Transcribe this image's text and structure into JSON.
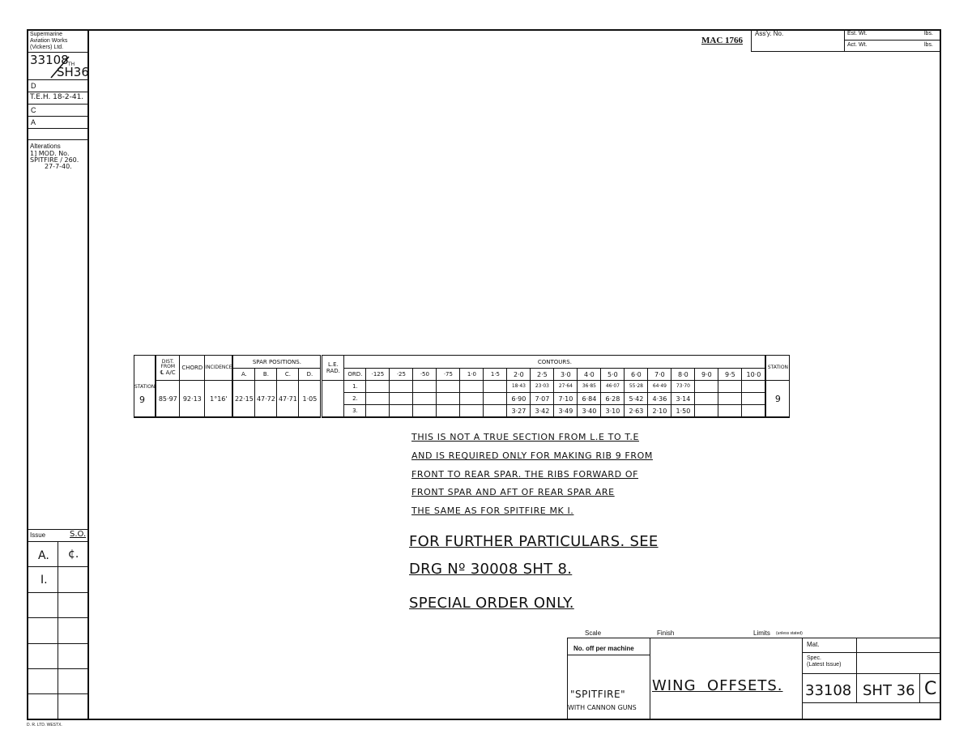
{
  "left_column": {
    "maker_line1": "Supermarine",
    "maker_line2": "Aviation Works",
    "maker_line3": "(Vickers) Ltd.",
    "drawing_no": "33108",
    "sheet_handwritten": "SH36",
    "sheet_th": "TH",
    "rev_d": "D",
    "rev_e": "T.E.H. 18-2-41.",
    "rev_c": "C",
    "rev_a": "A",
    "alterations_label": "Alterations",
    "alter_note_1": "1] MOD. No.",
    "alter_note_2": "SPITFIRE / 260.",
    "alter_note_3": "27-7-40.",
    "issue_label": "Issue",
    "issue_so": "S.O.",
    "issue_row1_a": "A.",
    "issue_row1_b": "¢.",
    "issue_row2_a": "I.",
    "printer": "D. R. LTD. WESTX."
  },
  "header": {
    "mac": "MAC 1766",
    "assy_no_label": "Ass'y. No.",
    "est_wt_label": "Est. Wt.",
    "act_wt_label": "Act. Wt.",
    "lbs1": "lbs.",
    "lbs2": "lbs."
  },
  "table": {
    "station_label": "STATION",
    "dist_label_1": "DIST.",
    "dist_label_2": "FROM",
    "dist_label_3": "℄ A/C",
    "chord_label": "CHORD",
    "incidence_label": "INCIDENCE",
    "spar_positions_label": "SPAR POSITIONS.",
    "spar_a": "A.",
    "spar_b": "B.",
    "spar_c": "C.",
    "spar_d": "D.",
    "le_label_1": "L.E.",
    "le_label_2": "RAD.",
    "contours_label": "CONTOURS.",
    "ord_label": "ORD.",
    "columns": [
      "·125",
      "·25",
      "·50",
      "·75",
      "1·0",
      "1·5",
      "2·0",
      "2·5",
      "3·0",
      "4·0",
      "5·0",
      "6·0",
      "7·0",
      "8·0",
      "9·0",
      "9·5",
      "10·0"
    ],
    "station_right_label": "STATION",
    "station_value": "9",
    "dist_value": "85·97",
    "chord_value": "92·13",
    "incidence_value": "1°16'",
    "spar_a_value": "22·15",
    "spar_b_value": "47·72",
    "spar_c_value": "47·71",
    "spar_d_value": "1·05",
    "ord_rows": [
      {
        "ord": "1.",
        "values": [
          "",
          "",
          "",
          "",
          "",
          "",
          "18·43",
          "23·03",
          "27·64",
          "36·85",
          "46·07",
          "55·28",
          "64·49",
          "73·70",
          "",
          "",
          ""
        ]
      },
      {
        "ord": "2.",
        "values": [
          "",
          "",
          "",
          "",
          "",
          "",
          "6·90",
          "7·07",
          "7·10",
          "6·84",
          "6·28",
          "5·42",
          "4·36",
          "3·14",
          "",
          "",
          ""
        ]
      },
      {
        "ord": "3.",
        "values": [
          "",
          "",
          "",
          "",
          "",
          "",
          "3·27",
          "3·42",
          "3·49",
          "3·40",
          "3·10",
          "2·63",
          "2·10",
          "1·50",
          "",
          "",
          ""
        ]
      }
    ],
    "station_right_value": "9"
  },
  "notes": {
    "line1": "THIS IS NOT A TRUE SECTION FROM L.E TO T.E",
    "line2": "AND IS REQUIRED ONLY FOR MAKING RIB 9 FROM",
    "line3": "FRONT TO REAR SPAR. THE RIBS FORWARD OF",
    "line4": "FRONT SPAR AND AFT OF REAR SPAR ARE",
    "line5": "THE SAME AS FOR SPITFIRE MK I.",
    "further": "FOR FURTHER PARTICULARS. SEE",
    "drg": "DRG Nº 30008 SHT 8.",
    "special": "SPECIAL ORDER ONLY."
  },
  "title_block": {
    "scale_label": "Scale",
    "finish_label": "Finish",
    "limits_label": "Limits",
    "limits_sub": "(unless stated)",
    "no_off_label": "No. off per machine",
    "mat_label": "Mat.",
    "spec_label_1": "Spec.",
    "spec_label_2": "(Latest Issue)",
    "title": "WING  OFFSETS.",
    "aircraft_1": "\"SPITFIRE\"",
    "aircraft_2": "WITH CANNON GUNS",
    "drawing_no": "33108",
    "sheet": "SHT 36",
    "issue_letter": "C"
  }
}
